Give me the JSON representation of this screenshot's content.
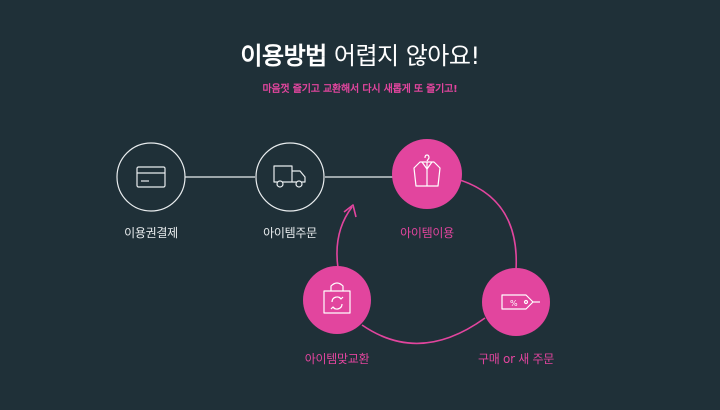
{
  "header": {
    "title_bold": "이용방법",
    "title_rest": " 어렵지 않아요!",
    "subtitle": "마음껏 즐기고 교환해서 다시 새롭게 또 즐기고!"
  },
  "steps": [
    {
      "label": "이용권결제",
      "icon": "credit-card-icon"
    },
    {
      "label": "아이템주문",
      "icon": "delivery-truck-icon"
    },
    {
      "label": "아이템이용",
      "icon": "shirt-on-hanger-icon"
    },
    {
      "label": "구매 or 새 주문",
      "icon": "price-tag-icon"
    },
    {
      "label": "아이템맞교환",
      "icon": "exchange-bag-icon"
    }
  ],
  "colors": {
    "background": "#1f3038",
    "accent": "#e2459e",
    "outline": "#e8ecee"
  }
}
